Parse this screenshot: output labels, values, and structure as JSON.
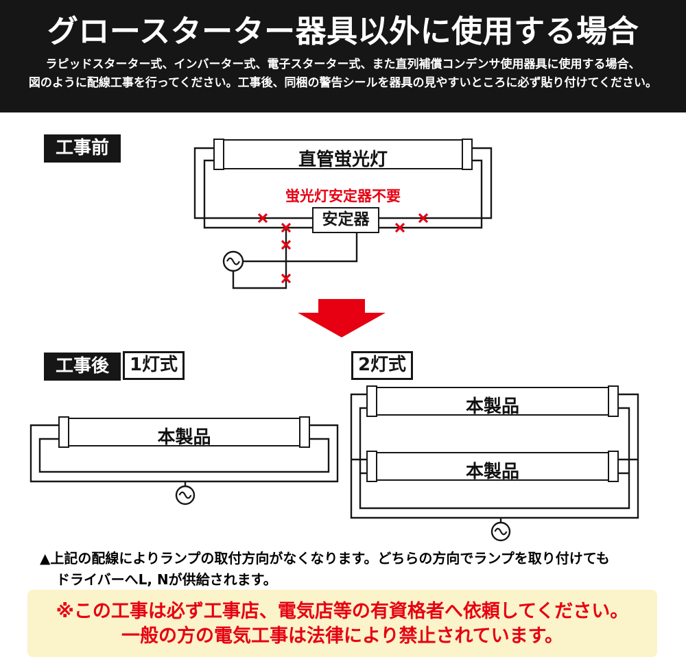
{
  "header": {
    "title": "グロースターター器具以外に使用する場合",
    "subtitle_line1": "ラピッドスターター式、インバーター式、電子スターター式、また直列補償コンデンサ使用器具に使用する場合、",
    "subtitle_line2": "図のように配線工事を行ってください。工事後、同梱の警告シールを器具の見やすいところに必ず貼り付けてください。"
  },
  "before_section": {
    "step_label": "工事前",
    "tube_label": "直管蛍光灯",
    "no_ballast_warning": "蛍光灯安定器不要",
    "ballast_label": "安定器"
  },
  "after_section": {
    "step_label": "工事後",
    "one_lamp": {
      "type_label": "1灯式",
      "product_label": "本製品"
    },
    "two_lamp": {
      "type_label": "2灯式",
      "product_label_top": "本製品",
      "product_label_bottom": "本製品"
    }
  },
  "notes": {
    "line1": "▲上記の配線によりランプの取付方向がなくなります。どちらの方向でランプを取り付けても",
    "line2": "ドライバーへL, Nが供給されます。"
  },
  "caution_box": {
    "line1": "※この工事は必ず工事店、電気店等の有資格者へ依頼してください。",
    "line2": "一般の方の電気工事は法律により禁止されています。"
  },
  "icons": {
    "ac_power_symbol": "～",
    "wire_cut_mark": "×",
    "transition_arrow": "▼"
  },
  "colors": {
    "header_background": "#161616",
    "accent_red": "#e60012",
    "caution_background": "#fbf3c9",
    "wire_black": "#161616"
  }
}
